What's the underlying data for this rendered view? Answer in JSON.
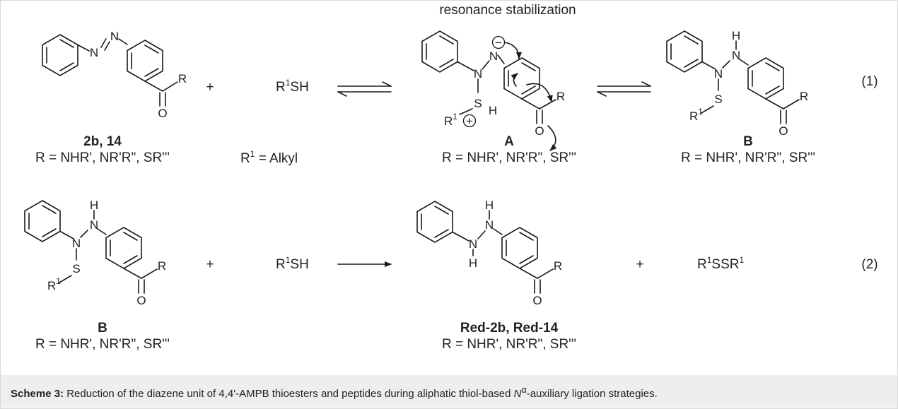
{
  "header": {
    "resonance": "resonance stabilization"
  },
  "atoms": {
    "N": "N",
    "H": "H",
    "S": "S",
    "O": "O",
    "R": "R",
    "R1": "R",
    "one": "1",
    "minus": "−",
    "plus": "+"
  },
  "labels": {
    "cmpd_2b14": "2b, 14",
    "cmpd_A": "A",
    "cmpd_B": "B",
    "cmpd_red": "Red-2b, Red-14",
    "r_def": "R = NHR', NR'R\", SR'''",
    "r1_def_prefix": "R",
    "r1_def_sup": "1",
    "r1_def_suffix": " = Alkyl",
    "thiol_R": "R",
    "thiol_sup": "1",
    "thiol_SH": "SH",
    "disulfide_R": "R",
    "disulfide_sup1": "1",
    "disulfide_SSR": "SSR",
    "disulfide_sup2": "1",
    "plus": "+"
  },
  "equations": {
    "eq1": "(1)",
    "eq2": "(2)"
  },
  "caption": {
    "label": "Scheme 3:",
    "text_before": " Reduction of the diazene unit of 4,4'-AMPB thioesters and peptides during aliphatic thiol-based ",
    "n_italic": "N",
    "alpha": "α",
    "text_after": "-auxiliary ligation strategies."
  }
}
